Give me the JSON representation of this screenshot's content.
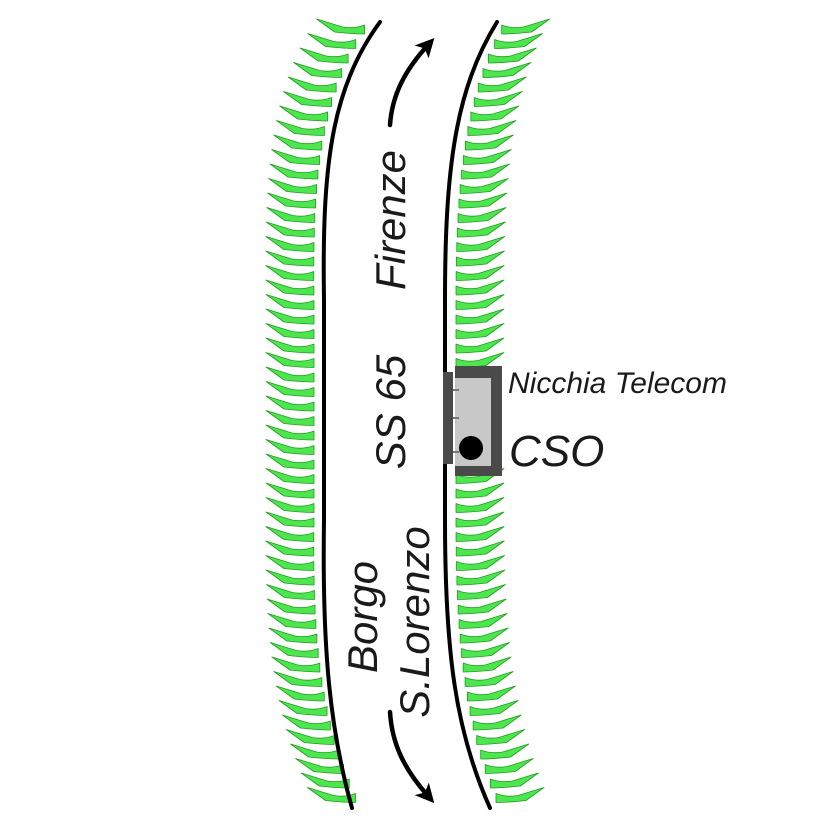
{
  "labels": {
    "road_name": "SS 65",
    "direction_north": "Firenze",
    "direction_south_line1": "Borgo",
    "direction_south_line2": "S.Lorenzo",
    "niche": "Nicchia Telecom",
    "cabinet": "CSO"
  },
  "colors": {
    "vegetation": "#4ee64e",
    "vegetation_outline": "#1e9e1e",
    "niche_frame": "#4a4a4a",
    "niche_fill": "#c8c8c8",
    "road_edge": "#000000"
  },
  "icons": {
    "vegetation": "grass-tuft-icon",
    "direction": "curved-arrow-icon",
    "cabinet": "cabinet-dot-icon"
  }
}
